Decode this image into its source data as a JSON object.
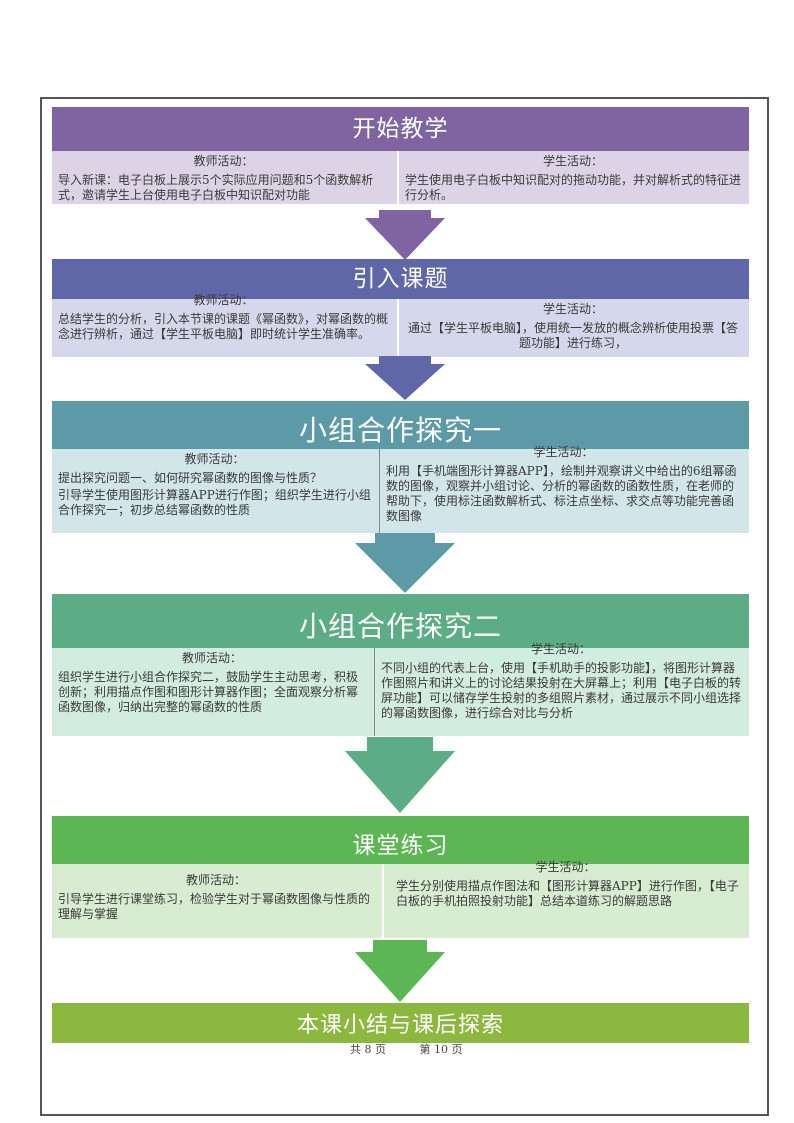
{
  "stages": [
    {
      "title": "开始教学",
      "teacher": {
        "head": "教师活动：",
        "lines": [
          "导入新课：电子白板上展示5个实际应用问题和5个函数解析式，邀请学生上台使用电子白板中知识配对功能"
        ]
      },
      "student": {
        "head": "学生活动：",
        "lines": [
          "学生使用电子白板中知识配对的拖动功能，并对解析式的特征进行分析。"
        ]
      }
    },
    {
      "title": "引入课题",
      "teacher": {
        "head": "教师活动：",
        "lines": [
          "总结学生的分析，引入本节课的课题《幂函数》，对幂函数的概念进行辨析，通过【学生平板电脑】即时统计学生准确率。"
        ]
      },
      "student": {
        "head": "学生活动：",
        "lines": [
          "通过【学生平板电脑】，使用统一发放的概念辨析使用投票【答题功能】进行练习，"
        ]
      }
    },
    {
      "title": "小组合作探究一",
      "teacher": {
        "head": "教师活动：",
        "lines": [
          "提出探究问题一、如何研究幂函数的图像与性质？",
          "引导学生使用图形计算器APP进行作图；组织学生进行小组合作探究一；初步总结幂函数的性质"
        ]
      },
      "student": {
        "head": "学生活动：",
        "lines": [
          "利用【手机端图形计算器APP】，绘制并观察讲义中给出的6组幂函数的图像，观察并小组讨论、分析的幂函数的函数性质，在老师的帮助下，使用标注函数解析式、标注点坐标、求交点等功能完善函数图像"
        ]
      }
    },
    {
      "title": "小组合作探究二",
      "teacher": {
        "head": "教师活动：",
        "lines": [
          "组织学生进行小组合作探究二，鼓励学生主动思考，积极创新；利用描点作图和图形计算器作图；全面观察分析幂函数图像，归纳出完整的幂函数的性质"
        ]
      },
      "student": {
        "head": "学生活动：",
        "lines": [
          "不同小组的代表上台，使用【手机助手的投影功能】，将图形计算器作图照片和讲义上的讨论结果投射在大屏幕上；利用【电子白板的转屏功能】可以储存学生投射的多组照片素材，通过展示不同小组选择的幂函数图像，进行综合对比与分析"
        ]
      }
    },
    {
      "title": "课堂练习",
      "teacher": {
        "head": "教师活动：",
        "lines": [
          "引导学生进行课堂练习，检验学生对于幂函数图像与性质的理解与掌握"
        ]
      },
      "student": {
        "head": "学生活动：",
        "lines": [
          "学生分别使用描点作图法和【图形计算器APP】进行作图，【电子白板的手机拍照投射功能】总结本道练习的解题思路"
        ]
      }
    },
    {
      "title": "本课小结与课后探索"
    }
  ],
  "footer": {
    "total": "共 8 页",
    "current": "第 10 页"
  },
  "colors": {
    "stage1": "#8064a2",
    "stage1_light": "#dcd4e6",
    "stage2": "#5f67a8",
    "stage2_light": "#d5d7ea",
    "stage3": "#5d9aa8",
    "stage3_light": "#d2e5e9",
    "stage4": "#5cad86",
    "stage4_light": "#d3ece0",
    "stage5": "#5cb653",
    "stage5_light": "#d8ecd2",
    "stage6": "#8db840"
  }
}
